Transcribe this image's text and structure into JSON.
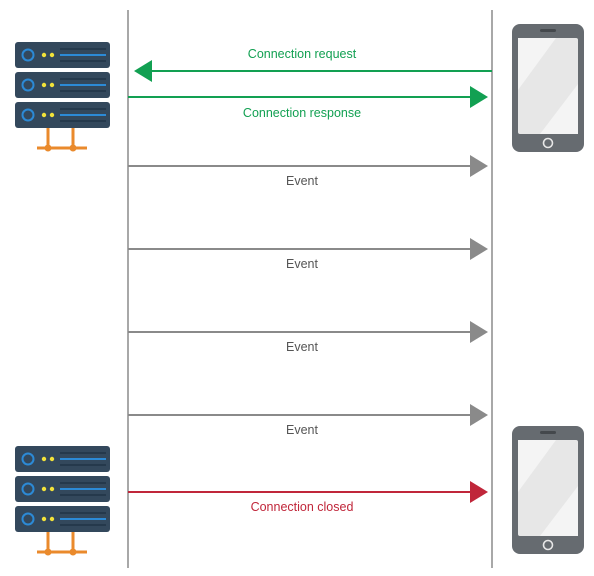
{
  "colors": {
    "green": "#12a052",
    "red": "#c0263a",
    "gray": "#8a8a8a",
    "lifeline": "#a8a8a8",
    "server_body": "#33485c",
    "server_accent": "#2c8ad6",
    "server_led": "#f2e23a",
    "connector": "#ea8a2c",
    "phone_body": "#666b70",
    "phone_screen": "#e7e7e7"
  },
  "messages": [
    {
      "label": "Connection request",
      "direction": "to-server",
      "color": "green"
    },
    {
      "label": "Connection response",
      "direction": "to-client",
      "color": "green"
    },
    {
      "label": "Event",
      "direction": "to-client",
      "color": "gray"
    },
    {
      "label": "Event",
      "direction": "to-client",
      "color": "gray"
    },
    {
      "label": "Event",
      "direction": "to-client",
      "color": "gray"
    },
    {
      "label": "Event",
      "direction": "to-client",
      "color": "gray"
    },
    {
      "label": "Connection closed",
      "direction": "to-client",
      "color": "red"
    }
  ],
  "icons": {
    "server": "server-rack-icon",
    "client": "smartphone-icon"
  }
}
